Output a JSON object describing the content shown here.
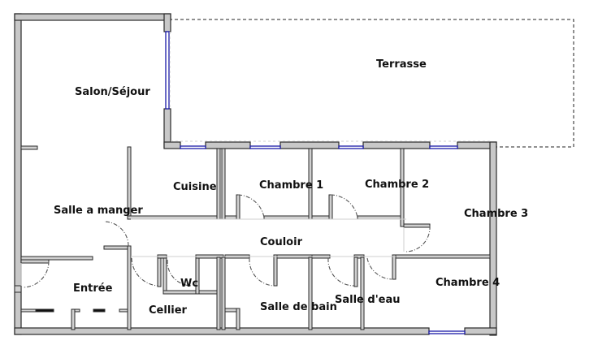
{
  "plan": {
    "rooms": [
      {
        "id": "salon",
        "label": "Salon/Séjour"
      },
      {
        "id": "terrasse",
        "label": "Terrasse"
      },
      {
        "id": "cuisine",
        "label": "Cuisine"
      },
      {
        "id": "chambre1",
        "label": "Chambre 1"
      },
      {
        "id": "chambre2",
        "label": "Chambre 2"
      },
      {
        "id": "chambre3",
        "label": "Chambre 3"
      },
      {
        "id": "salle-a-manger",
        "label": "Salle a manger"
      },
      {
        "id": "couloir",
        "label": "Couloir"
      },
      {
        "id": "entree",
        "label": "Entrée"
      },
      {
        "id": "wc",
        "label": "Wc"
      },
      {
        "id": "chambre4",
        "label": "Chambre 4"
      },
      {
        "id": "cellier",
        "label": "Cellier"
      },
      {
        "id": "salle-de-bain",
        "label": "Salle de bain"
      },
      {
        "id": "salle-d-eau",
        "label": "Salle d'eau"
      }
    ],
    "colors": {
      "wall": "#c8c8c8",
      "outline": "#2a2a2a",
      "window": "#1a1aa8",
      "door_swing": "#555555"
    }
  }
}
